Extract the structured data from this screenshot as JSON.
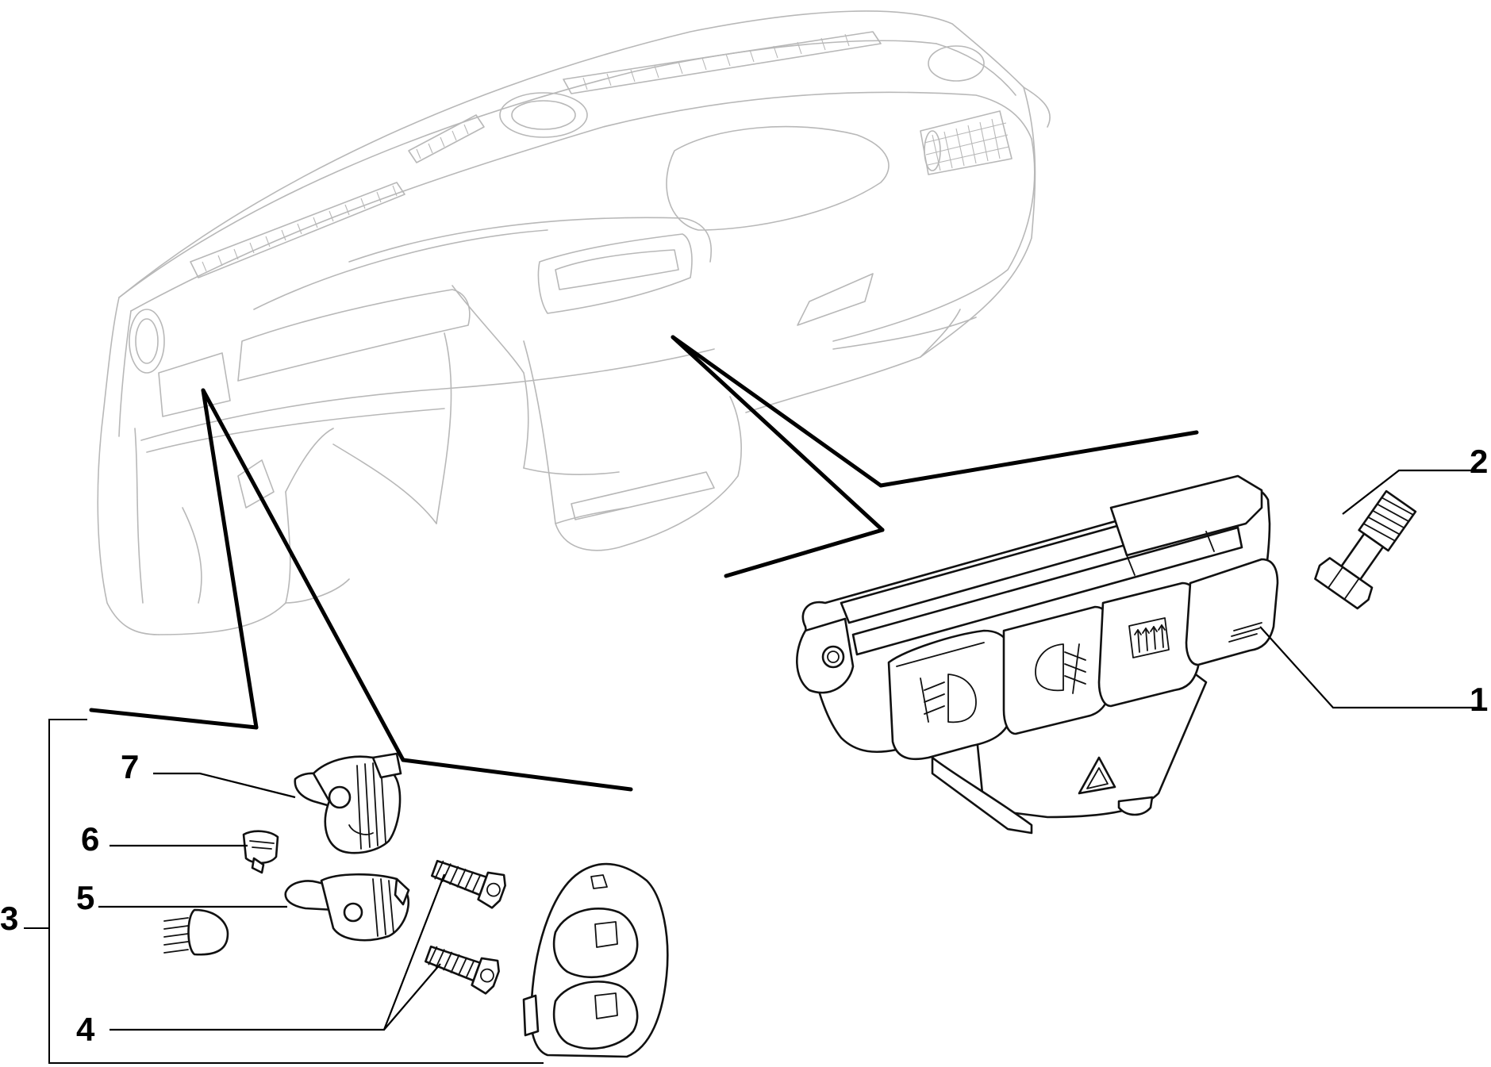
{
  "diagram": {
    "colors": {
      "line": "#000000",
      "dashboard_outline": "#b8b8b8",
      "background": "#ffffff"
    },
    "callouts": [
      {
        "id": "1",
        "label": "1"
      },
      {
        "id": "2",
        "label": "2"
      },
      {
        "id": "3",
        "label": "3"
      },
      {
        "id": "4",
        "label": "4"
      },
      {
        "id": "5",
        "label": "5"
      },
      {
        "id": "6",
        "label": "6"
      },
      {
        "id": "7",
        "label": "7"
      }
    ],
    "parts": [
      {
        "id": "1",
        "icon": "switch-panel-icon"
      },
      {
        "id": "2",
        "icon": "screw-icon"
      },
      {
        "id": "4",
        "icon": "screw-icon"
      },
      {
        "id": "5",
        "icon": "headlight-switch-icon"
      },
      {
        "id": "6",
        "icon": "clip-icon"
      },
      {
        "id": "7",
        "icon": "switch-icon"
      }
    ],
    "switch_symbols": [
      "fog-light-icon",
      "rear-fog-light-icon",
      "rear-window-defrost-icon",
      "hazard-triangle-icon",
      "low-beam-icon"
    ]
  }
}
